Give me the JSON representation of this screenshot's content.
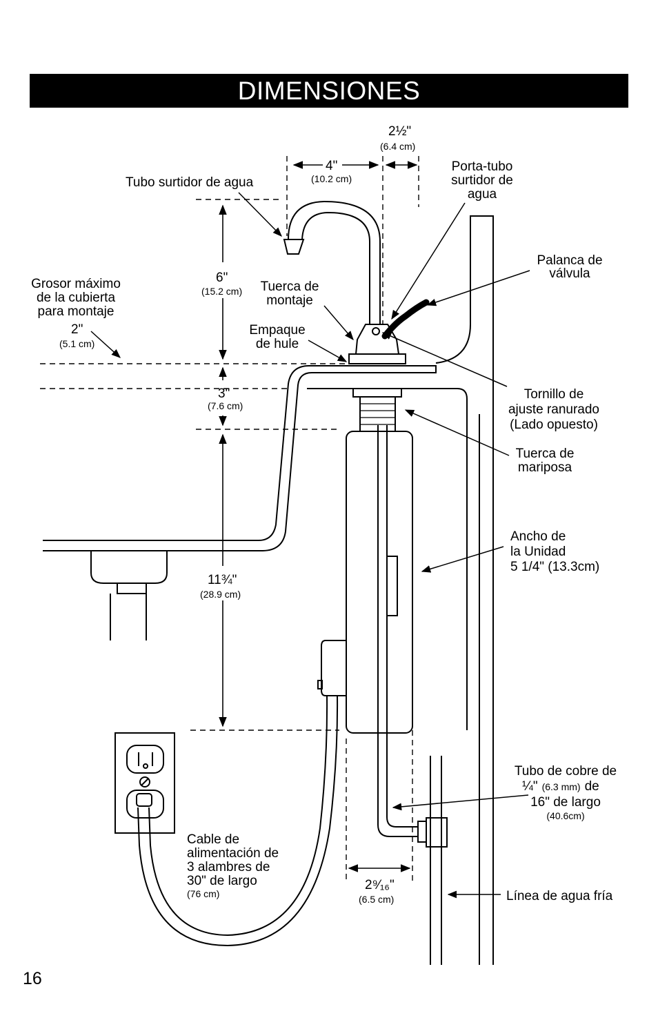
{
  "title": "DIMENSIONES",
  "page_number": "16",
  "dimensions": {
    "spout_reach": {
      "value": "4\"",
      "metric": "(10.2 cm)"
    },
    "holder_offset": {
      "value": "2½\"",
      "metric": "(6.4 cm)"
    },
    "spout_height": {
      "value": "6\"",
      "metric": "(15.2 cm)"
    },
    "max_counter": {
      "value": "2\"",
      "metric": "(5.1 cm)"
    },
    "shank_length": {
      "value": "3\"",
      "metric": "(7.6 cm)"
    },
    "tank_height": {
      "value": "11¾\"",
      "metric": "(28.9 cm)"
    },
    "tube_offset": {
      "value": "2⁹⁄₁₆\"",
      "metric": "(6.5 cm)"
    }
  },
  "labels": {
    "spout": "Tubo surtidor de agua",
    "holder": [
      "Porta-tubo",
      "surtidor de",
      "agua"
    ],
    "valve_lever": [
      "Palanca de",
      "válvula"
    ],
    "max_thickness": [
      "Grosor máximo",
      "de la cubierta",
      "para montaje"
    ],
    "mount_nut": [
      "Tuerca de",
      "montaje"
    ],
    "gasket": [
      "Empaque",
      "de hule"
    ],
    "adjust_screw": [
      "Tornillo de",
      "ajuste ranurado",
      "(Lado opuesto)"
    ],
    "wing_nut": [
      "Tuerca de",
      "mariposa"
    ],
    "unit_width": [
      "Ancho de",
      "la Unidad",
      "5 1/4\" (13.3cm)"
    ],
    "copper_tube": {
      "line1": "Tubo de cobre de",
      "line2_a": "¼\"",
      "line2_metric": "(6.3 mm)",
      "line2_b": "de",
      "line3": "16\" de largo",
      "line4": "(40.6cm)"
    },
    "power_cord": {
      "lines": [
        "Cable de",
        "alimentación de",
        "3 alambres de",
        "30\" de largo"
      ],
      "metric": "(76 cm)"
    },
    "cold_line": "Línea de agua fría"
  }
}
